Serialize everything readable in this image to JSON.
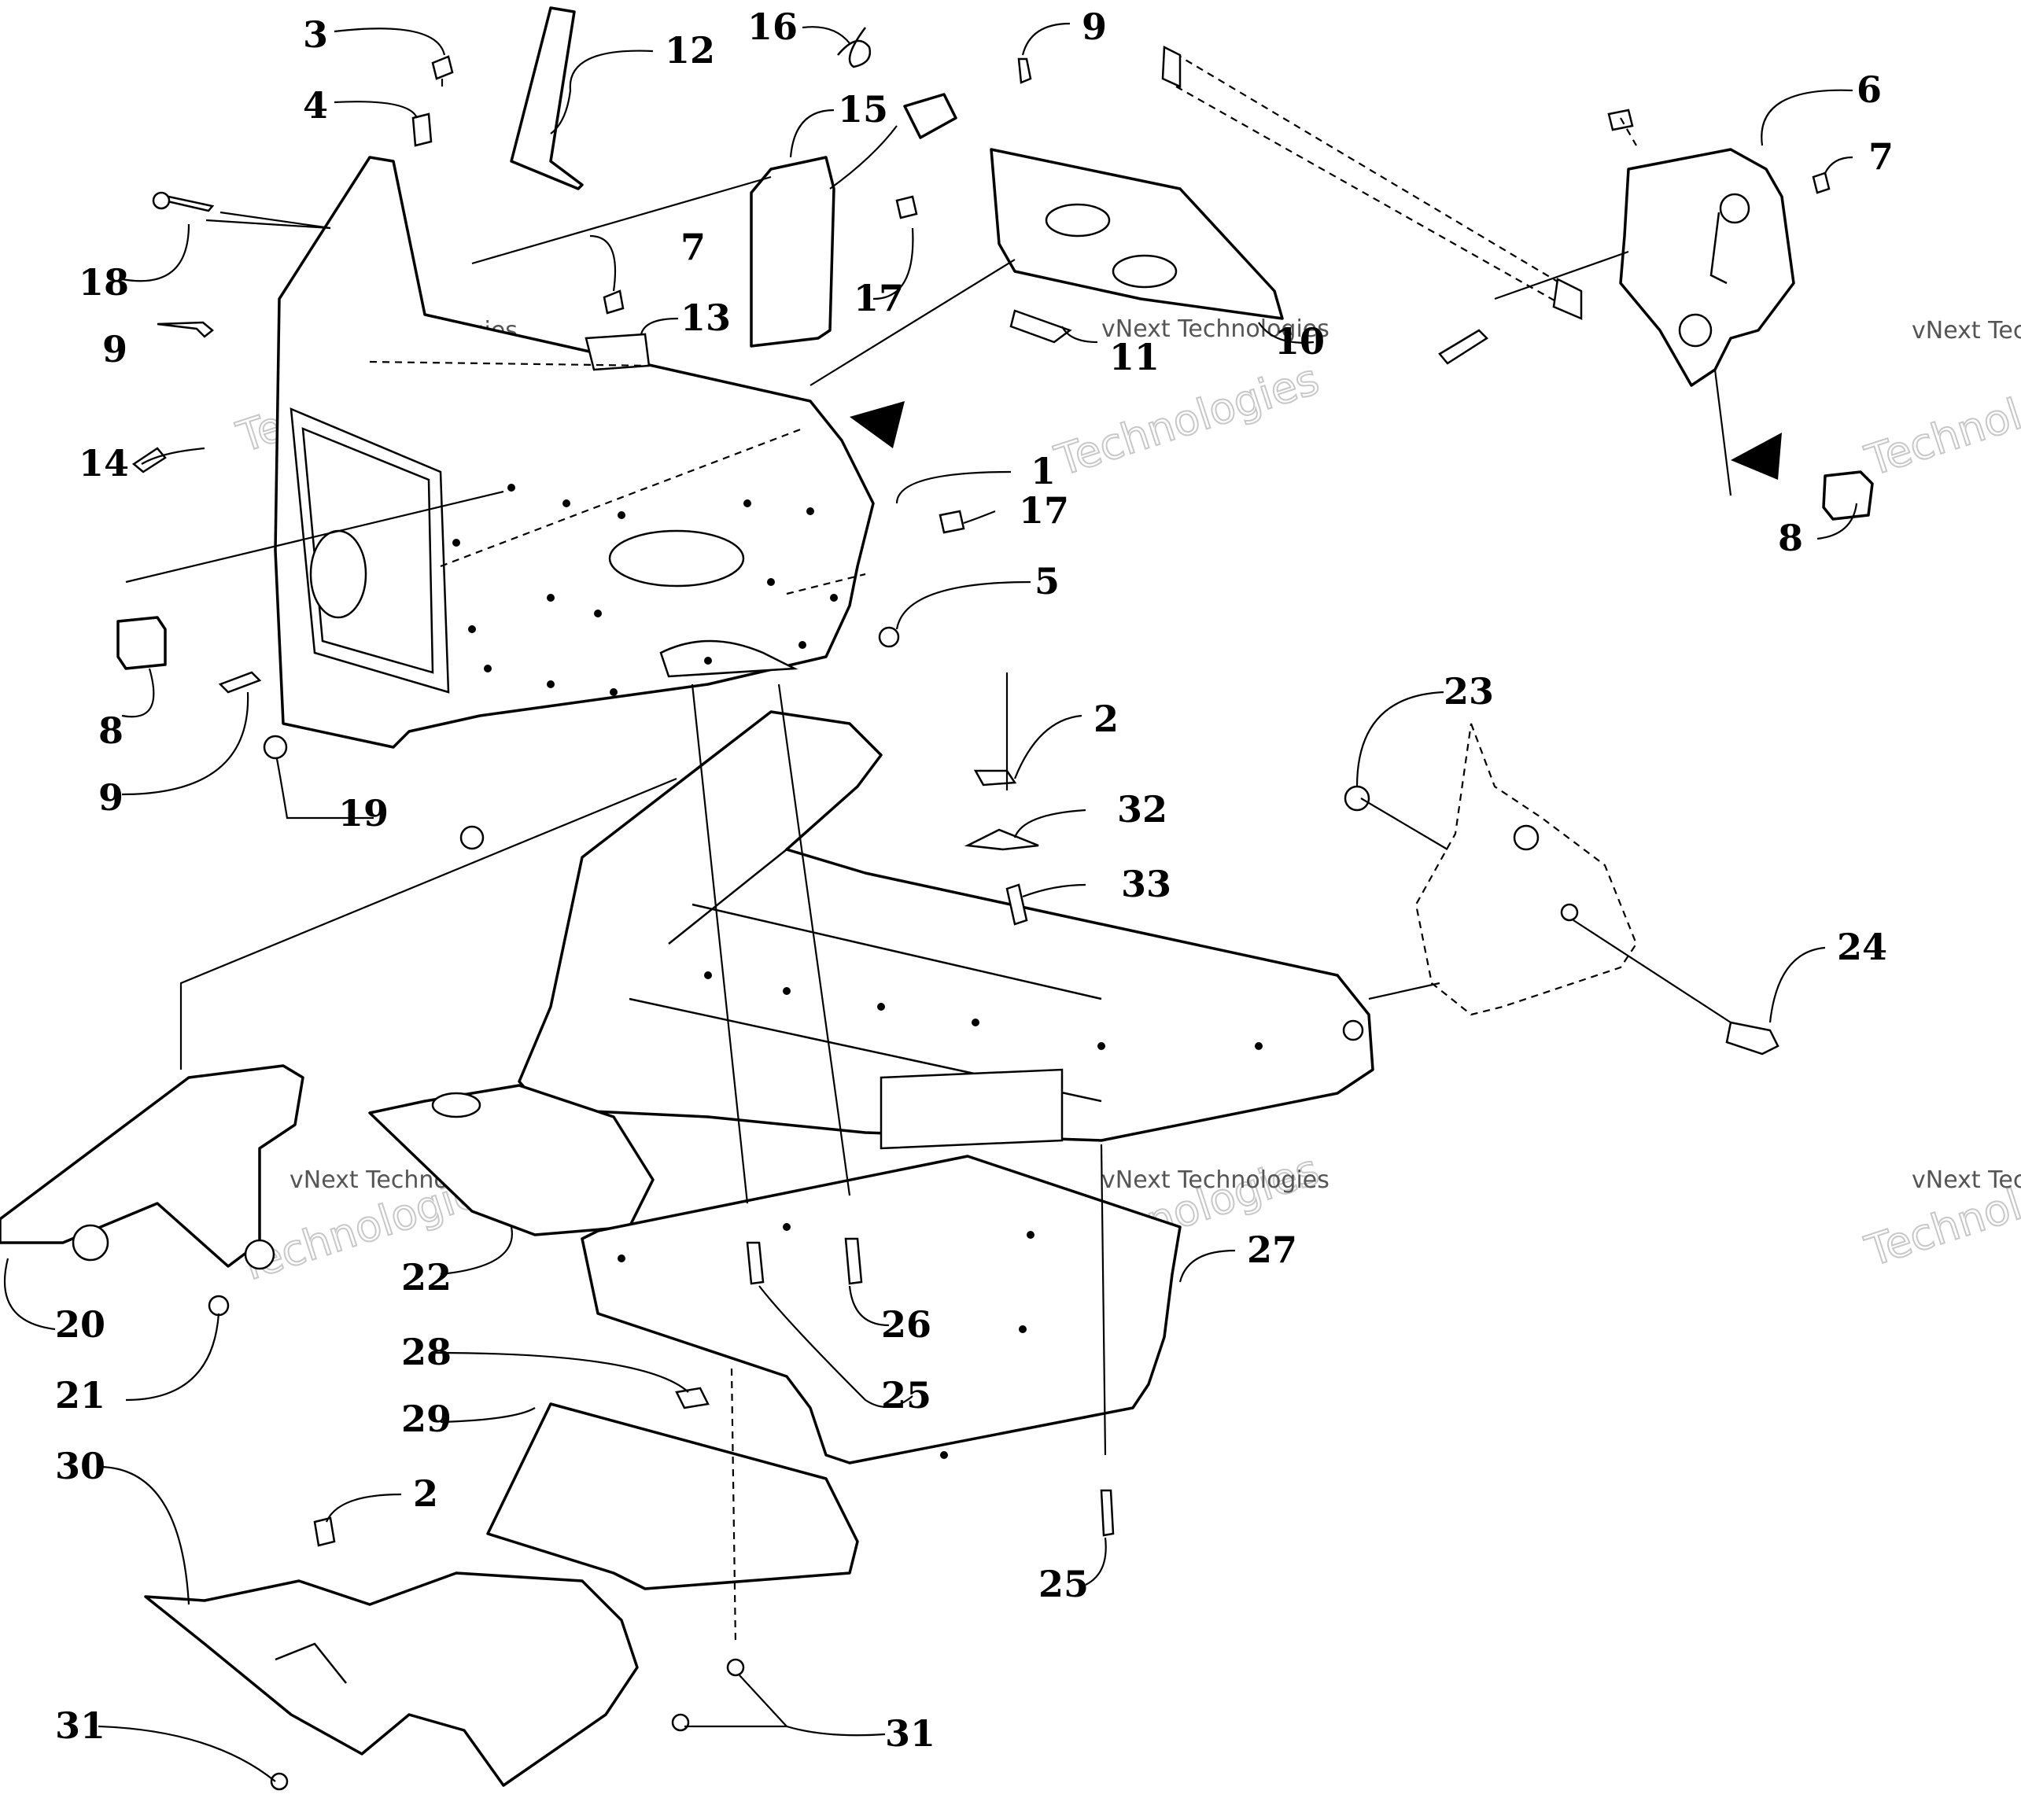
{
  "diagram": {
    "callouts": [
      {
        "id": "c3",
        "label": "3"
      },
      {
        "id": "c4",
        "label": "4"
      },
      {
        "id": "c12",
        "label": "12"
      },
      {
        "id": "c16",
        "label": "16"
      },
      {
        "id": "c15",
        "label": "15"
      },
      {
        "id": "c9a",
        "label": "9"
      },
      {
        "id": "c6",
        "label": "6"
      },
      {
        "id": "c7a",
        "label": "7"
      },
      {
        "id": "c18",
        "label": "18"
      },
      {
        "id": "c7b",
        "label": "7"
      },
      {
        "id": "c17a",
        "label": "17"
      },
      {
        "id": "c13",
        "label": "13"
      },
      {
        "id": "c9b",
        "label": "9"
      },
      {
        "id": "c10",
        "label": "10"
      },
      {
        "id": "c11",
        "label": "11"
      },
      {
        "id": "c14",
        "label": "14"
      },
      {
        "id": "c1",
        "label": "1"
      },
      {
        "id": "c17b",
        "label": "17"
      },
      {
        "id": "c8a",
        "label": "8"
      },
      {
        "id": "c5",
        "label": "5"
      },
      {
        "id": "c8b",
        "label": "8"
      },
      {
        "id": "c9c",
        "label": "9"
      },
      {
        "id": "c19",
        "label": "19"
      },
      {
        "id": "c2a",
        "label": "2"
      },
      {
        "id": "c23",
        "label": "23"
      },
      {
        "id": "c32",
        "label": "32"
      },
      {
        "id": "c33",
        "label": "33"
      },
      {
        "id": "c24",
        "label": "24"
      },
      {
        "id": "c20",
        "label": "20"
      },
      {
        "id": "c22",
        "label": "22"
      },
      {
        "id": "c27",
        "label": "27"
      },
      {
        "id": "c21",
        "label": "21"
      },
      {
        "id": "c26",
        "label": "26"
      },
      {
        "id": "c28",
        "label": "28"
      },
      {
        "id": "c25a",
        "label": "25"
      },
      {
        "id": "c29",
        "label": "29"
      },
      {
        "id": "c30",
        "label": "30"
      },
      {
        "id": "c2b",
        "label": "2"
      },
      {
        "id": "c25b",
        "label": "25"
      },
      {
        "id": "c31a",
        "label": "31"
      },
      {
        "id": "c31b",
        "label": "31"
      }
    ],
    "watermark": {
      "small": "vNext Technologies",
      "large": "Technologies"
    }
  }
}
